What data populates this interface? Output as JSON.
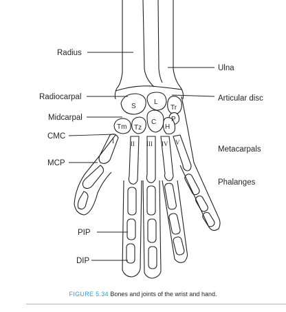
{
  "labels": {
    "radius": "Radius",
    "ulna": "Ulna",
    "radiocarpal": "Radiocarpal",
    "articular_disc": "Articular disc",
    "midcarpal": "Midcarpal",
    "cmc": "CMC",
    "metacarpals": "Metacarpals",
    "mcp": "MCP",
    "phalanges": "Phalanges",
    "pip": "PIP",
    "dip": "DIP"
  },
  "carpals": {
    "s": "S",
    "l": "L",
    "tr": "Tr",
    "p": "P",
    "c": "C",
    "h": "H",
    "tm": "Tm",
    "tz": "Tz"
  },
  "metacarpal_numerals": {
    "i": "I",
    "ii": "II",
    "iii": "III",
    "iv": "IV",
    "v": "V"
  },
  "caption": {
    "number": "FIGURE 5.34",
    "text": "Bones and joints of the wrist and hand."
  },
  "colors": {
    "caption_number": "#2a9fd6",
    "rule": "#7fc3e6",
    "line": "#231f20"
  }
}
